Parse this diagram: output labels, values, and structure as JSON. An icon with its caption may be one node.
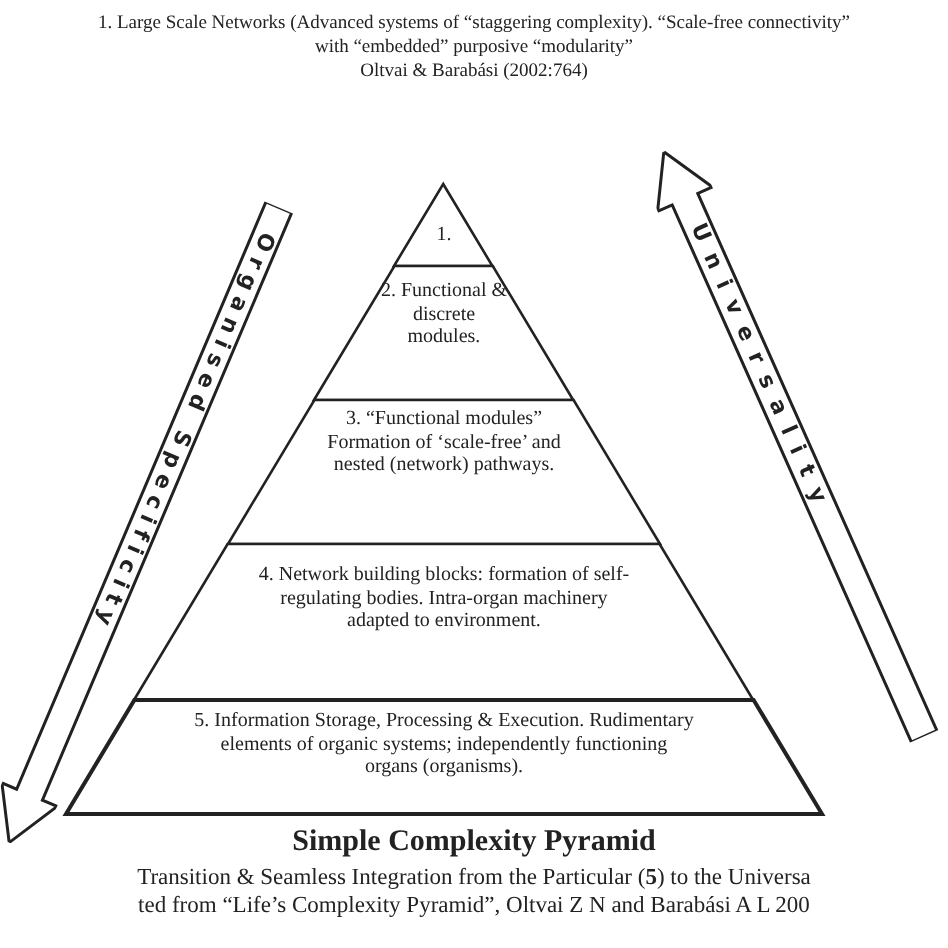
{
  "diagram": {
    "title": "Simple Complexity Pyramid",
    "nodes": [
      {
        "text": [
          "1."
        ]
      },
      {
        "text": [
          "2. Functional & discrete modules."
        ]
      },
      {
        "text": [
          "3. “Functional modules” Formation of ‘scale-free’ and nested (network) pathways."
        ]
      },
      {
        "text": [
          "4. Network building blocks: formation of self-regulating bodies. Intra-organ machinery adapted to environment."
        ]
      },
      {
        "text": [
          "5. Information Storage, Processing & Execution. Rudimentary elements of organic systems; independently functioning organs (organisms)."
        ]
      },
      {
        "text": [
          "Organised Specificity"
        ]
      },
      {
        "text": [
          "Universality"
        ]
      }
    ],
    "edges": [],
    "labels": [
      "1. Large Scale Networks (Advanced systems of “staggering complexity). “Scale-free connectivity” with “embedded” purposive “modularity”",
      "Oltvai & Barabási (2002:764)",
      "Transition & Seamless Integration from the Particular (**5**) to the Universa",
      "ted from “Life’s Complexity Pyramid”, Oltvai Z N and Barabási A L 200"
    ]
  }
}
